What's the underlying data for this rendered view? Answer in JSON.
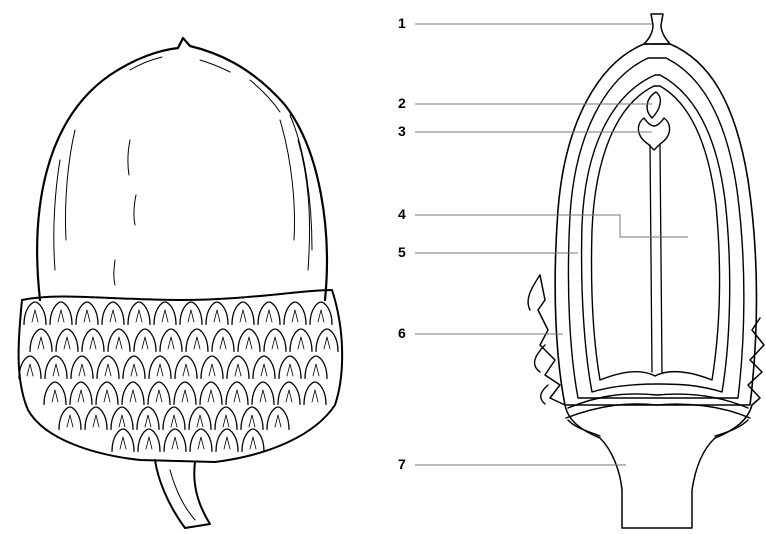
{
  "labels": [
    "1",
    "2",
    "3",
    "4",
    "5",
    "6",
    "7"
  ],
  "colors": {
    "ink": "#000000",
    "leader": "#777777",
    "background": "#ffffff"
  }
}
